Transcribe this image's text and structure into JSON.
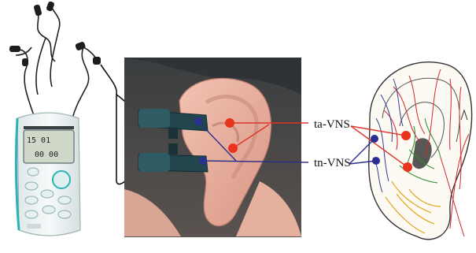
{
  "figure": {
    "labels": {
      "ta_vns": "ta-VNS",
      "tn_vns": "tn-VNS"
    },
    "device": {
      "display_line1": "15 01",
      "display_line2": "00 00"
    },
    "colors": {
      "ta_marker": "#e8341c",
      "tn_marker": "#2b2f8f",
      "ta_line": "#e0352a",
      "tn_line": "#2b2f8f",
      "device_body": "#eef3f4",
      "device_accent": "#2bb3b5",
      "electrode_clip": "#244850",
      "skin": "#e9b3a3",
      "vessel_red": "#d7262b",
      "nerve_green": "#2e8b2e",
      "nerve_yellow": "#e3a21a",
      "nerve_blue": "#2f3f8f"
    }
  }
}
